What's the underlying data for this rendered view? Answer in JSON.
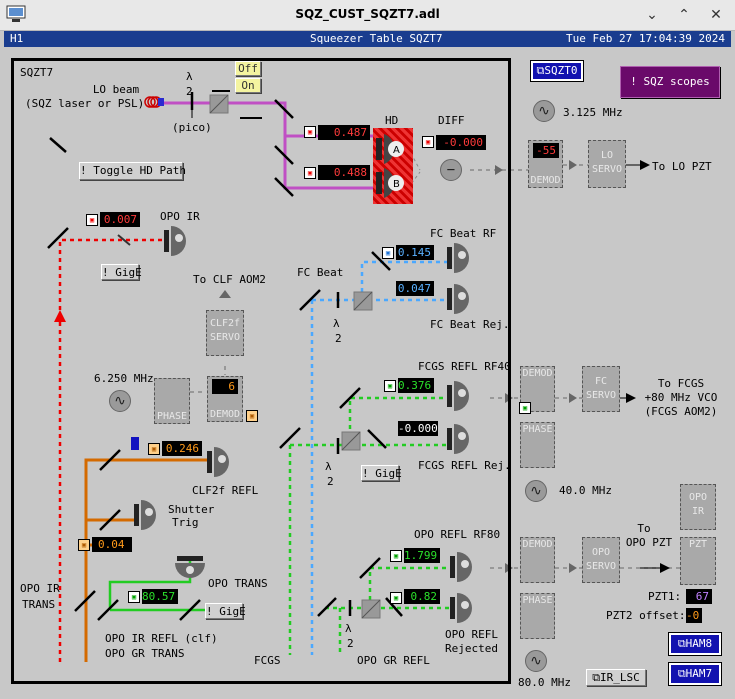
{
  "window": {
    "title": "SQZ_CUST_SQZT7.adl"
  },
  "header": {
    "site": "H1",
    "title": "Squeezer Table SQZT7",
    "datetime": "Tue Feb 27 17:04:39 2024"
  },
  "panel": {
    "label": "SQZT7",
    "fcgs": "FCGS"
  },
  "buttons": {
    "sqzt0": "SQZT0",
    "sqz_scopes": "SQZ scopes",
    "toggle_hd": "! Toggle HD Path",
    "gige_opo_ir": "! GigE",
    "gige_fcgs": "! GigE",
    "gige_opo_trans": "! GigE",
    "ham8": "HAM8",
    "ham7": "HAM7",
    "ir_lsc": "IR_LSC",
    "off": "Off",
    "on": "On"
  },
  "labels": {
    "lo_beam": "LO beam",
    "lo_src": "(SQZ laser or PSL)",
    "half": "λ",
    "half2": "2",
    "pico": "(pico)",
    "hd": "HD",
    "diff": "DIFF",
    "freq_lo": "3.125 MHz",
    "to_lo_pzt": "To LO PZT",
    "opo_ir": "OPO IR",
    "to_clf_aom2": "To CLF AOM2",
    "freq_clf": "6.250 MHz",
    "clf2f_refl": "CLF2f REFL",
    "shutter": "Shutter",
    "trig": "Trig",
    "opo_ir_trans_1": "OPO IR",
    "opo_ir_trans_2": "TRANS",
    "opo_trans": "OPO TRANS",
    "opo_ir_refl": "OPO IR REFL (clf)",
    "opo_gr_trans": "OPO GR TRANS",
    "fc_beat_rf": "FC Beat RF",
    "fc_beat": "FC Beat",
    "fc_beat_rej": "FC Beat Rej.",
    "fcgs_refl_rf40": "FCGS REFL RF40",
    "fcgs_refl_rej": "FCGS REFL Rej.",
    "to_fcgs_1": "To FCGS",
    "to_fcgs_2": "+80 MHz VCO",
    "to_fcgs_3": "(FCGS AOM2)",
    "freq_40": "40.0 MHz",
    "opo_refl_rf80": "OPO REFL RF80",
    "opo_refl": "OPO REFL",
    "rejected": "Rejected",
    "opo_gr_refl": "OPO GR REFL",
    "freq_80": "80.0 MHz",
    "to_opo_pzt_1": "To",
    "to_opo_pzt_2": "OPO PZT",
    "pzt1": "PZT1:",
    "pzt2": "PZT2 offset:"
  },
  "blocks": {
    "lo_servo": "LO SERVO",
    "demod": "DEMOD",
    "clf2f_servo": "CLF2f SERVO",
    "phase": "PHASE",
    "fc_servo": "FC SERVO",
    "opo_servo": "OPO SERVO",
    "pzt": "PZT",
    "opo_ir_blk": "OPO IR"
  },
  "values": {
    "hd_a": "0.487",
    "hd_b": "0.488",
    "diff": "-0.000",
    "lo_demod": "-55",
    "opo_ir": "0.007",
    "clf_demod": "6",
    "clf2f_refl": "0.246",
    "shutter": "0.04",
    "opo_trans": "80.57",
    "fc_beat_rf": "0.145",
    "fc_beat_rej": "0.047",
    "fcgs_rf40": "0.376",
    "fcgs_rej": "-0.000",
    "opo_refl_rf80": "1.799",
    "opo_refl_rej": "0.82",
    "pzt1": "67",
    "pzt2": "-0"
  },
  "colors": {
    "lo_beam": "#c04fc4",
    "red_beam": "#e00000",
    "blue_beam": "#4aa8ff",
    "green_beam": "#22cc22",
    "orange_beam": "#d46a00"
  },
  "icons": [
    "computer-icon",
    "minimize-icon",
    "maximize-icon",
    "close-icon",
    "sine-icon",
    "photodiode-icon",
    "display-icon"
  ]
}
